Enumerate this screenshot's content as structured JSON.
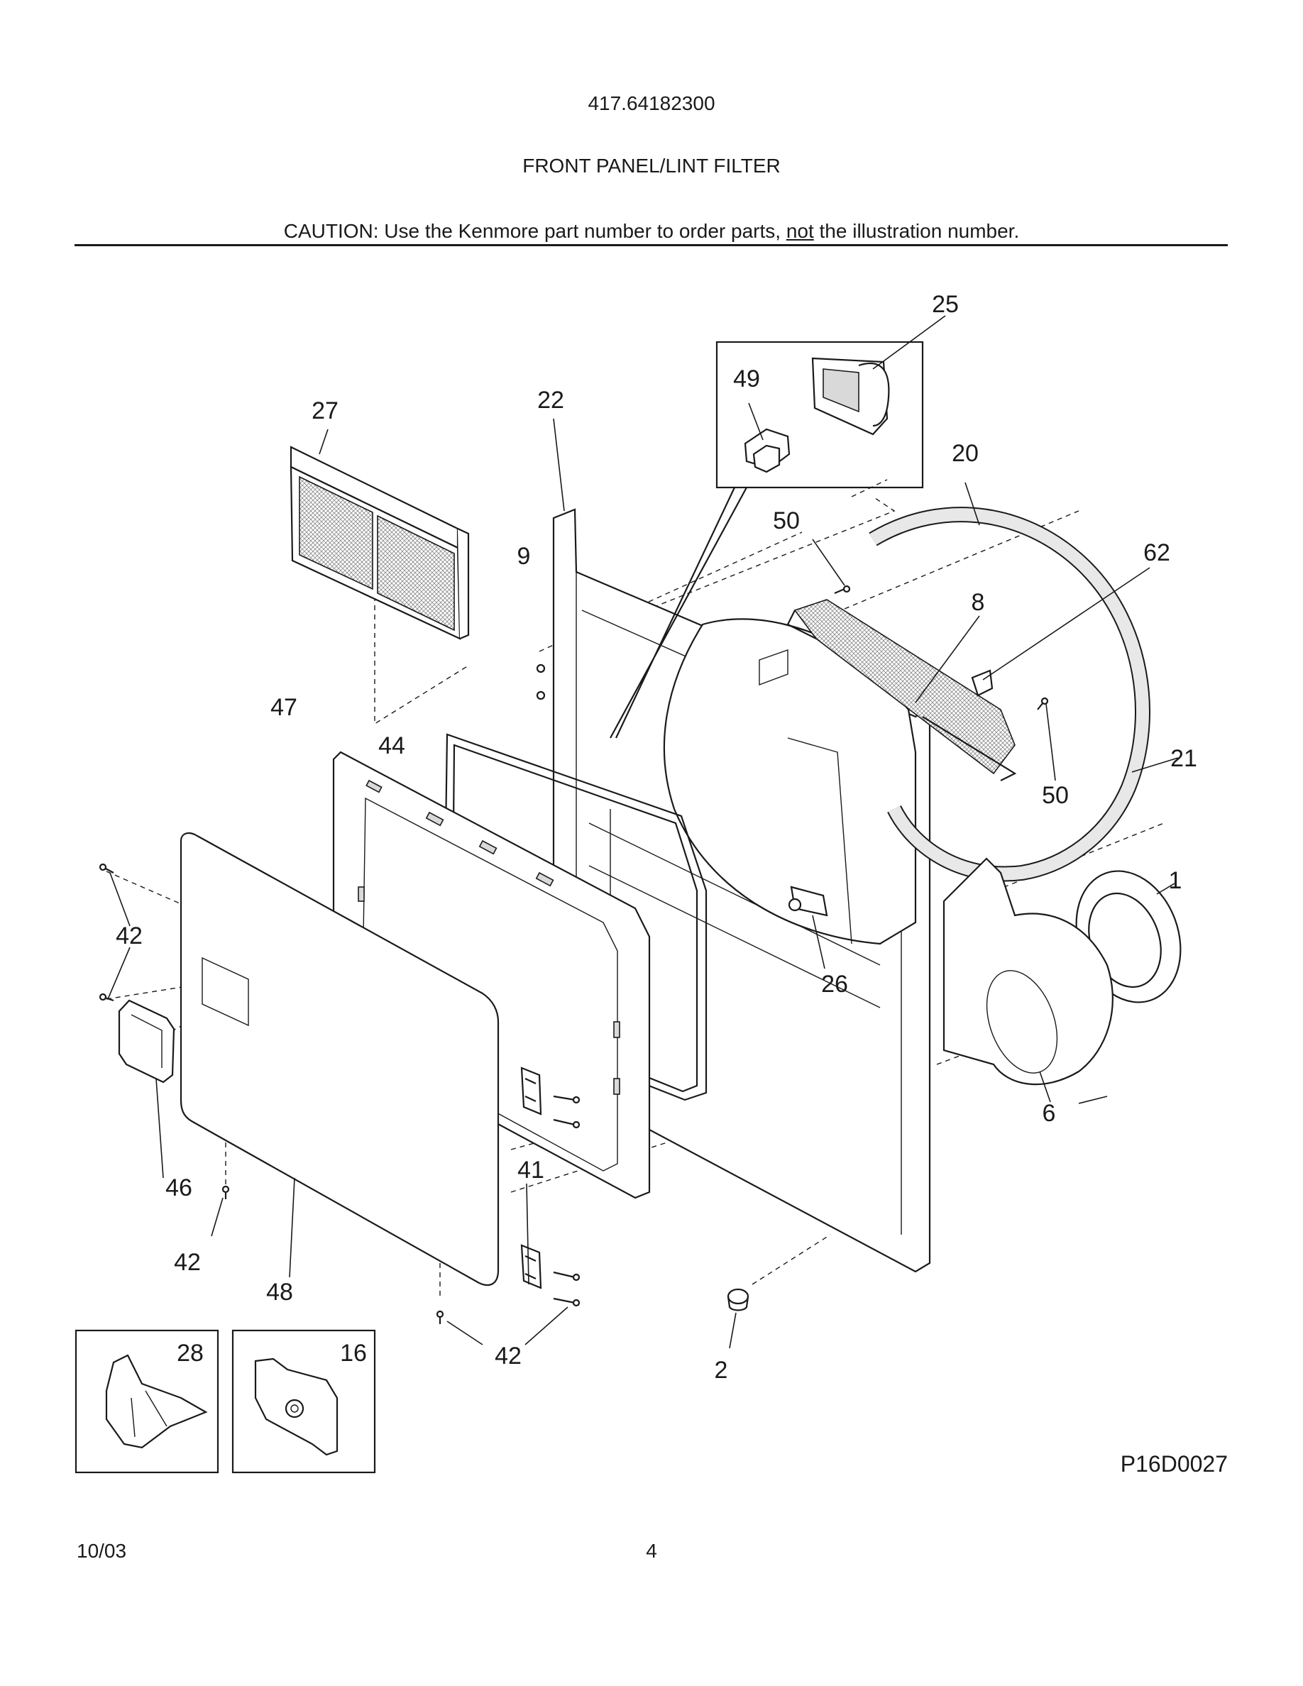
{
  "header": {
    "model_number": "417.64182300",
    "section_title": "FRONT PANEL/LINT FILTER",
    "caution_prefix": "CAUTION: Use the Kenmore part number to order parts, ",
    "caution_emphasis": "not",
    "caution_suffix": " the illustration number."
  },
  "callouts": {
    "c1": "1",
    "c2": "2",
    "c6": "6",
    "c8": "8",
    "c9": "9",
    "c16": "16",
    "c20": "20",
    "c21": "21",
    "c22": "22",
    "c25": "25",
    "c26": "26",
    "c27": "27",
    "c28": "28",
    "c41": "41",
    "c42a": "42",
    "c42b": "42",
    "c42c": "42",
    "c44": "44",
    "c46": "46",
    "c47": "47",
    "c48": "48",
    "c49": "49",
    "c50a": "50",
    "c50b": "50",
    "c62": "62"
  },
  "footer": {
    "document_id": "P16D0027",
    "date": "10/03",
    "page_number": "4"
  }
}
